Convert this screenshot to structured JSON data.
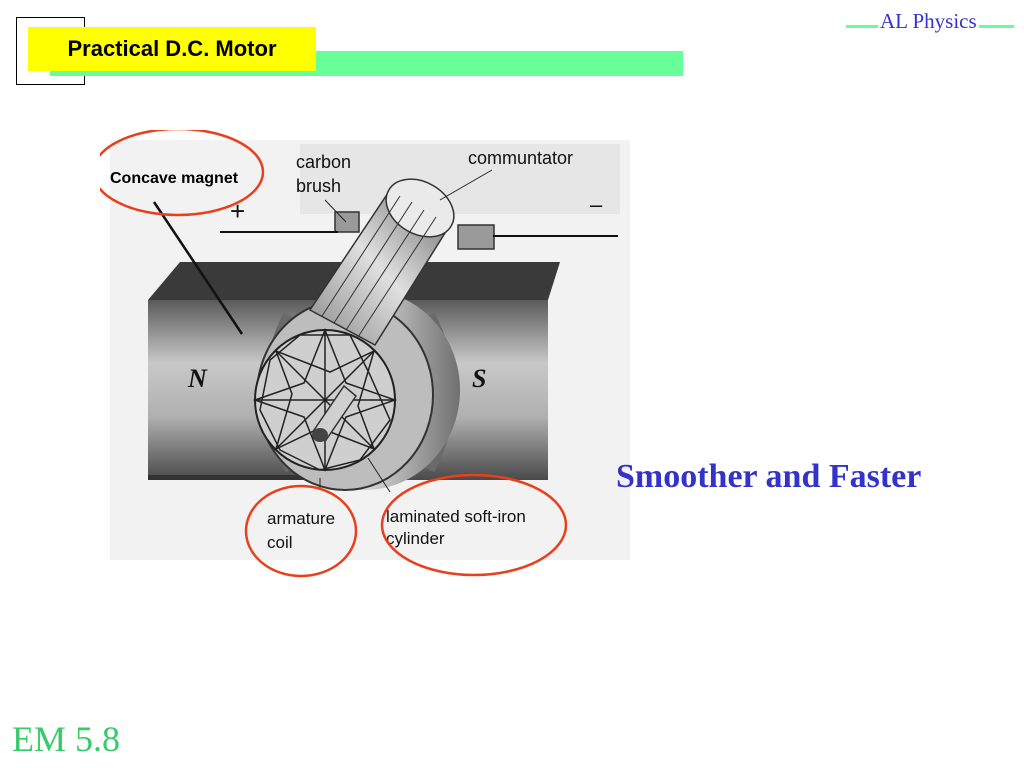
{
  "header": {
    "title": "Practical D.C. Motor",
    "brand": "AL Physics"
  },
  "diagram": {
    "labels": {
      "concave_magnet": "Concave magnet",
      "carbon": "carbon",
      "brush": "brush",
      "commutator": "communtator",
      "plus": "+",
      "minus": "–",
      "north": "N",
      "south": "S",
      "armature_line1": "armature",
      "armature_line2": "coil",
      "laminated_line1": "laminated soft-iron",
      "laminated_line2": "cylinder"
    },
    "colors": {
      "highlight_circle": "#e8401c",
      "magnet": "#9a9a9a",
      "magnet_dark": "#555555"
    }
  },
  "main": {
    "subtitle": "Smoother and Faster"
  },
  "footer": {
    "slide_id": "EM 5.8"
  }
}
